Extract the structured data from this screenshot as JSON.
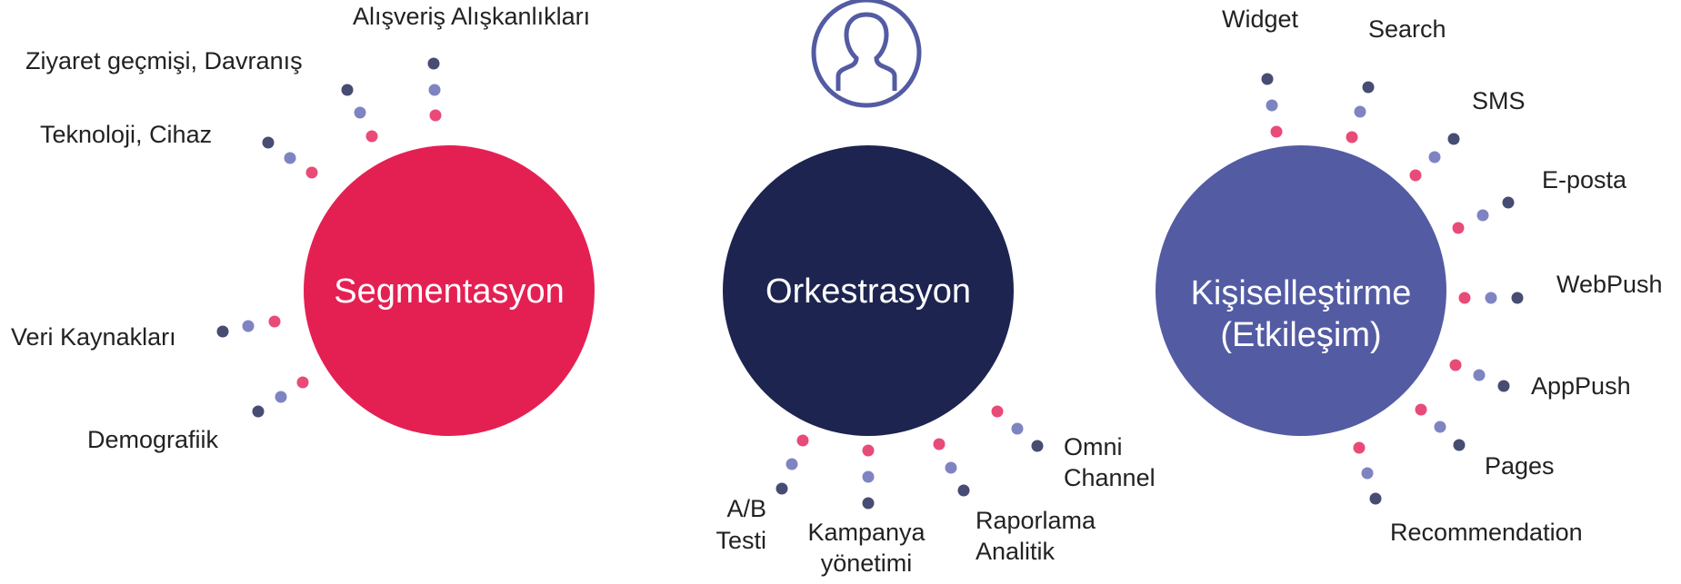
{
  "colors": {
    "segment": "#E42053",
    "orchestration": "#1D2450",
    "personalization": "#535BA3",
    "dot_pink": "#E84B77",
    "dot_lavender": "#7E84C2",
    "dot_navy": "#474C72",
    "label_text": "#222222",
    "hub_text": "#FFFFFF",
    "user_icon": "#535BA3"
  },
  "icons": {
    "user": "user-icon"
  },
  "hubs": {
    "segment": {
      "label": "Segmentasyon"
    },
    "orchestration": {
      "label": "Orkestrasyon"
    },
    "personalization": {
      "line1": "Kişiselleştirme",
      "line2": "(Etkileşim)"
    }
  },
  "segment_items": {
    "alisveris": "Alışveriş Alışkanlıkları",
    "ziyaret": "Ziyaret geçmişi, Davranış",
    "teknoloji": "Teknoloji, Cihaz",
    "veri": "Veri Kaynakları",
    "demografik": "Demografiik"
  },
  "orchestration_items": {
    "ab_line1": "A/B",
    "ab_line2": "Testi",
    "kampanya_line1": "Kampanya",
    "kampanya_line2": "yönetimi",
    "raporlama_line1": "Raporlama",
    "raporlama_line2": "Analitik",
    "omni_line1": "Omni",
    "omni_line2": "Channel"
  },
  "personalization_items": {
    "widget": "Widget",
    "search": "Search",
    "sms": "SMS",
    "eposta": "E-posta",
    "webpush": "WebPush",
    "apppush": "AppPush",
    "pages": "Pages",
    "recommendation": "Recommendation"
  }
}
